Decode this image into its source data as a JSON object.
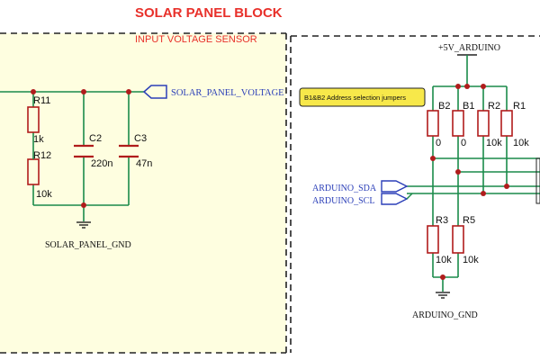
{
  "block": {
    "title": "SOLAR PANEL BLOCK",
    "left_section_label": "INPUT VOLTAGE SENSOR",
    "title_color": "#e8302a",
    "wire_color": "#1a8a4a",
    "component_color": "#b01c1c",
    "net_label_color": "#2b3fb8",
    "panel_fill": "#fefee0",
    "note_fill": "#f7e84a"
  },
  "left_panel": {
    "net_solar_voltage": "SOLAR_PANEL_VOLTAGE",
    "net_gnd": "SOLAR_PANEL_GND",
    "components": [
      {
        "ref": "R11",
        "value": "1k"
      },
      {
        "ref": "R12",
        "value": "10k"
      },
      {
        "ref": "C2",
        "value": "220n"
      },
      {
        "ref": "C3",
        "value": "47n"
      }
    ]
  },
  "right_panel": {
    "power_net": "+5V_ARDUINO",
    "gnd_net": "ARDUINO_GND",
    "note": "B1&B2 Address selection jumpers",
    "net_sda": "ARDUINO_SDA",
    "net_scl": "ARDUINO_SCL",
    "top_components": [
      {
        "ref": "B2",
        "value": "0"
      },
      {
        "ref": "B1",
        "value": "0"
      },
      {
        "ref": "R2",
        "value": "10k"
      },
      {
        "ref": "R1",
        "value": "10k"
      }
    ],
    "bottom_components": [
      {
        "ref": "R3",
        "value": "10k"
      },
      {
        "ref": "R5",
        "value": "10k"
      }
    ]
  }
}
